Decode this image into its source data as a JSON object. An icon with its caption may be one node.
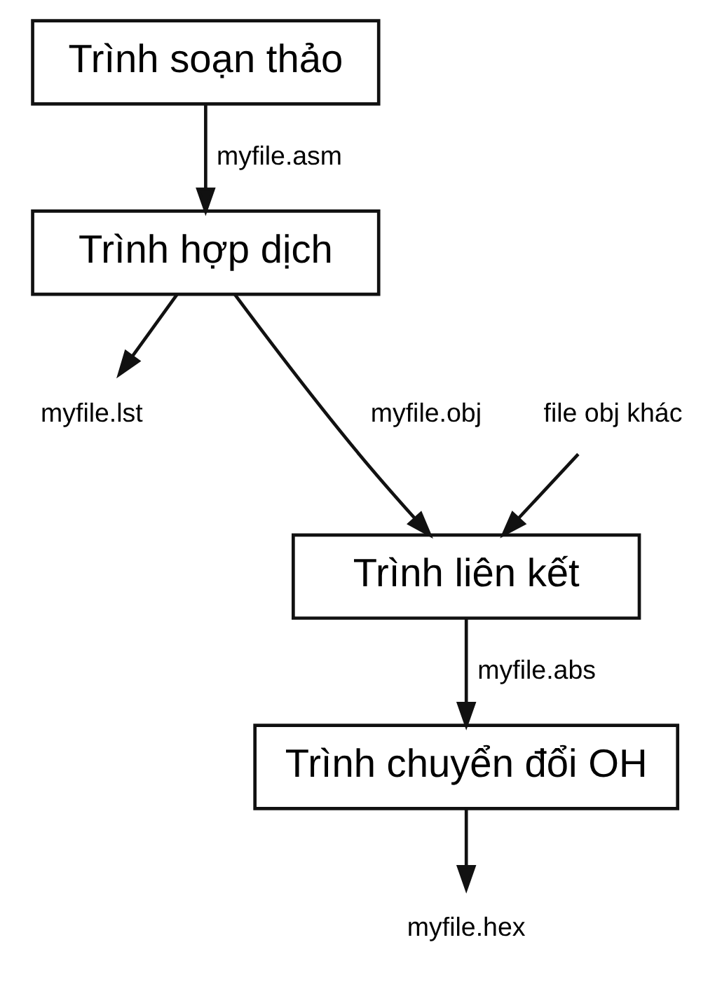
{
  "diagram": {
    "nodes": [
      {
        "text": [
          "Trình soạn thảo"
        ]
      },
      {
        "text": [
          "Trình hợp dịch"
        ]
      },
      {
        "text": [
          "myfile.lst"
        ]
      },
      {
        "text": [
          "file obj khác"
        ]
      },
      {
        "text": [
          "Trình liên kết"
        ]
      },
      {
        "text": [
          "Trình chuyển đổi OH"
        ]
      },
      {
        "text": [
          "myfile.hex"
        ]
      }
    ],
    "edges": [
      {
        "from": 0,
        "to": 1,
        "arrow": "to",
        "label": "myfile.asm"
      },
      {
        "from": 1,
        "to": 2,
        "arrow": "to"
      },
      {
        "from": 1,
        "to": 4,
        "arrow": "to",
        "label": "myfile.obj"
      },
      {
        "from": 3,
        "to": 4,
        "arrow": "to"
      },
      {
        "from": 4,
        "to": 5,
        "arrow": "to",
        "label": "myfile.abs"
      },
      {
        "from": 5,
        "to": 6,
        "arrow": "to"
      }
    ]
  }
}
